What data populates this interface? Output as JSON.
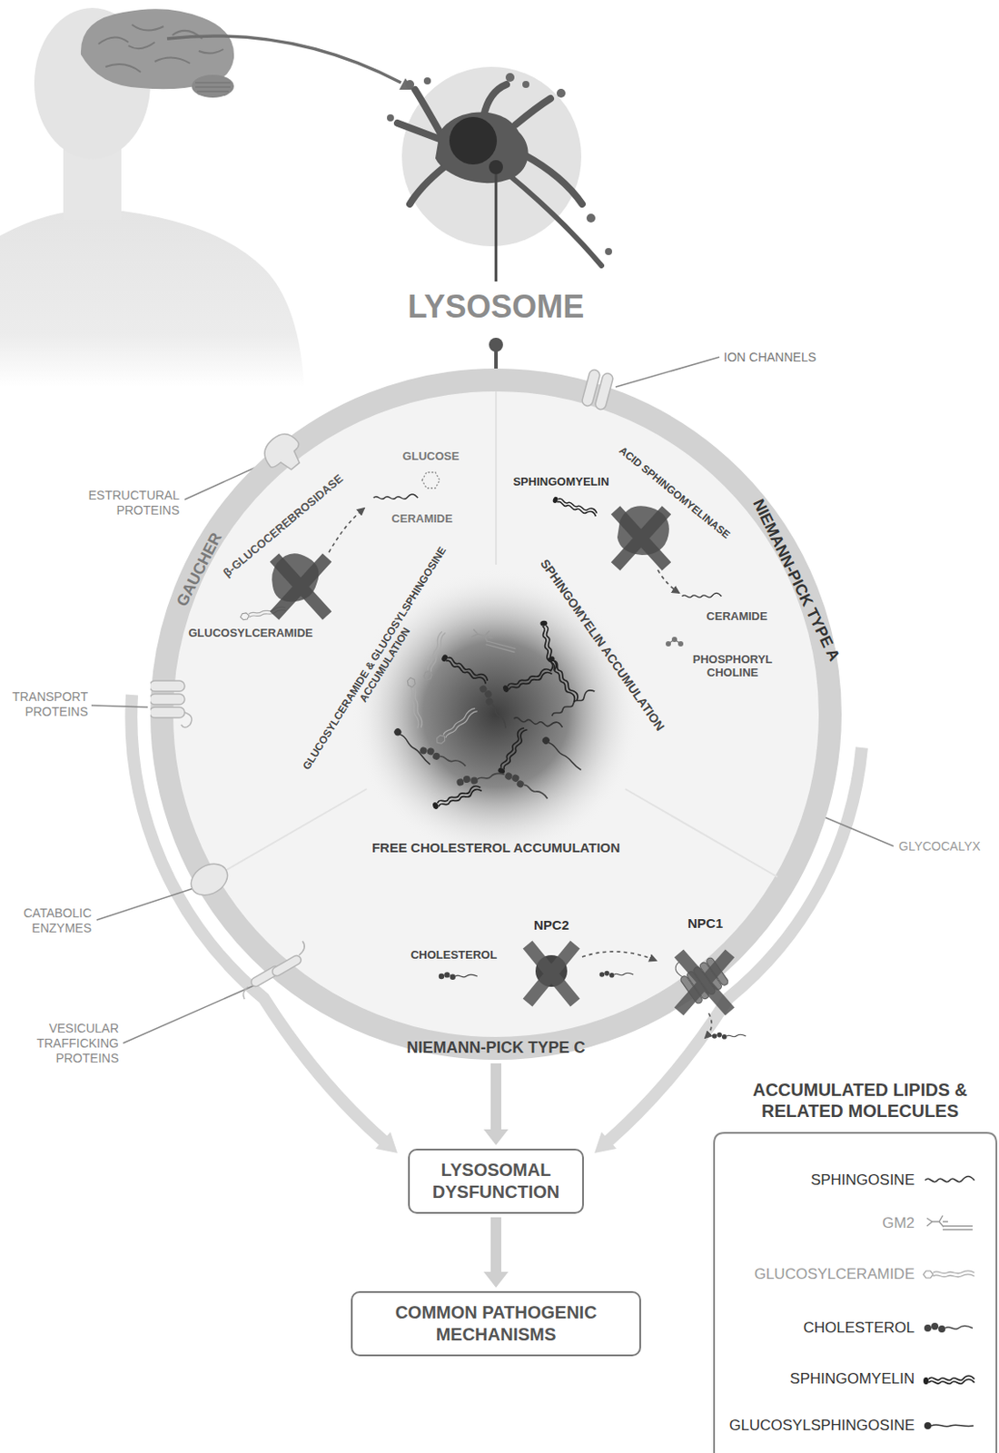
{
  "diagram": {
    "nodes": [
      {
        "text": [
          "LYSOSOME"
        ]
      },
      {
        "text": [
          "LYSOSOMAL DYSFUNCTION"
        ]
      },
      {
        "text": [
          "COMMON PATHOGENIC MECHANISMS"
        ]
      }
    ],
    "edges": [
      {
        "from": 0,
        "to": 1,
        "arrow": "to"
      },
      {
        "from": 1,
        "to": 2,
        "arrow": "to"
      }
    ],
    "labels": [
      "ION CHANNELS",
      "ESTRUCTURAL PROTEINS",
      "GAUCHER",
      "β-GLUCOCEREBROSIDASE",
      "GLUCOSE",
      "CERAMIDE",
      "GLUCOSYLCERAMIDE",
      "SPHINGOMYELIN",
      "ACID SPHINGOMYELINASE",
      "NIEMANN-PICK TYPE A",
      "CERAMIDE",
      "PHOSPHORYL CHOLINE",
      "GLUCOSYLCERAMIDE & GLUCOSYLSPHINGOSINE ACCUMULATION",
      "SPHINGOMYELIN ACCUMULATION",
      "TRANSPORT PROTEINS",
      "FREE CHOLESTEROL ACCUMULATION",
      "GLYCOCALYX",
      "CATABOLIC ENZYMES",
      "NPC1",
      "CHOLESTEROL",
      "NPC2",
      "VESICULAR TRAFFICKING PROTEINS",
      "NIEMANN-PICK TYPE C",
      "ACCUMULATED LIPIDS & RELATED MOLECULES"
    ],
    "legend": [
      {
        "text": "SPHINGOSINE"
      },
      {
        "text": "GM2"
      },
      {
        "text": "GLUCOSYLCERAMIDE"
      },
      {
        "text": "CHOLESTEROL"
      },
      {
        "text": "SPHINGOMYELIN"
      },
      {
        "text": "GLUCOSYLSPHINGOSINE"
      }
    ]
  }
}
